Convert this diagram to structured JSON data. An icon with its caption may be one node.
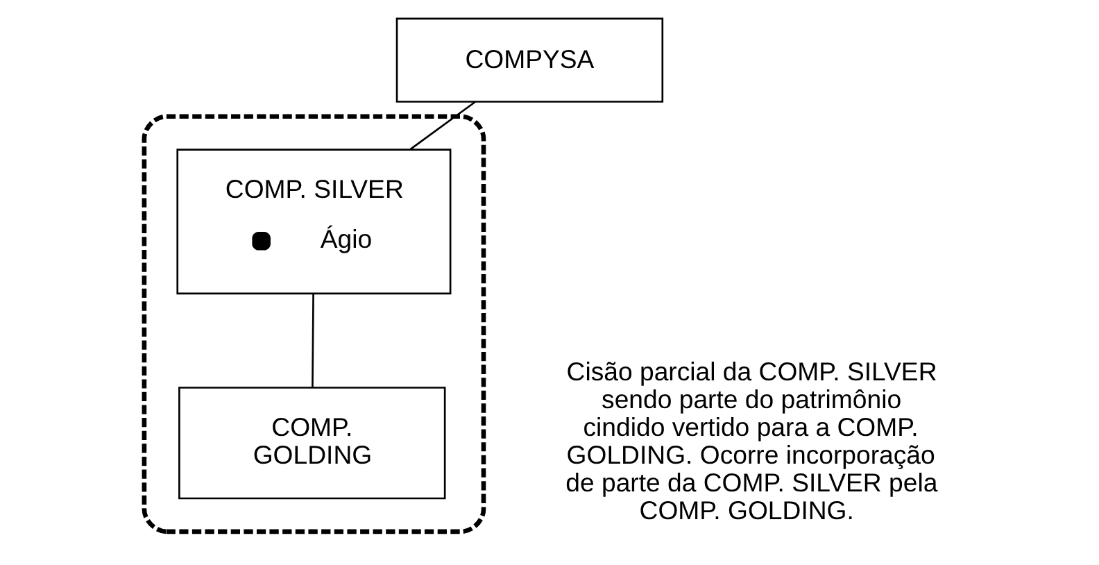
{
  "diagram": {
    "nodes": [
      {
        "text": [
          "COMPYSA"
        ]
      },
      {
        "text": [],
        "shape": "cloud"
      },
      {
        "text": [
          "COMP. SILVER",
          "Ágio"
        ],
        "in": 1
      },
      {
        "text": [
          "COMP. GOLDING"
        ],
        "in": 1
      }
    ],
    "edges": [
      {
        "from": 0,
        "to": 2,
        "arrow": "none"
      },
      {
        "from": 2,
        "to": 3,
        "arrow": "none"
      }
    ],
    "labels": [
      "Cisão parcial da COMP. SILVER sendo parte do patrimônio cindido vertido para a COMP. GOLDING. Ocorre incorporação de parte da COMP. SILVER pela COMP. GOLDING."
    ]
  }
}
